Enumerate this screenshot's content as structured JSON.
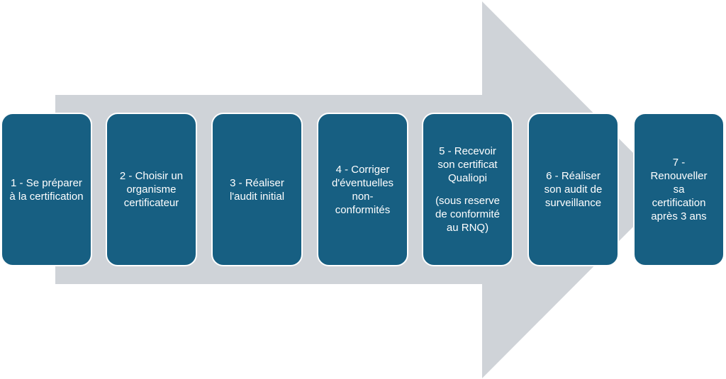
{
  "colors": {
    "arrow": "#cfd3d8",
    "step_fill": "#175f82",
    "step_text": "#ffffff",
    "step_border": "#ffffff"
  },
  "steps": [
    {
      "label": "1 - Se préparer à la certification"
    },
    {
      "label": "2 - Choisir un organisme certificateur"
    },
    {
      "label": "3 - Réaliser l'audit initial"
    },
    {
      "label": "4 - Corriger d'éventuelles non-conformités"
    },
    {
      "label": "5 - Recevoir son certificat Qualiopi",
      "note": "(sous reserve de conformité au RNQ)"
    },
    {
      "label": "6 - Réaliser son audit de surveillance"
    },
    {
      "label": "7 - Renouveller sa certification après 3 ans"
    }
  ]
}
